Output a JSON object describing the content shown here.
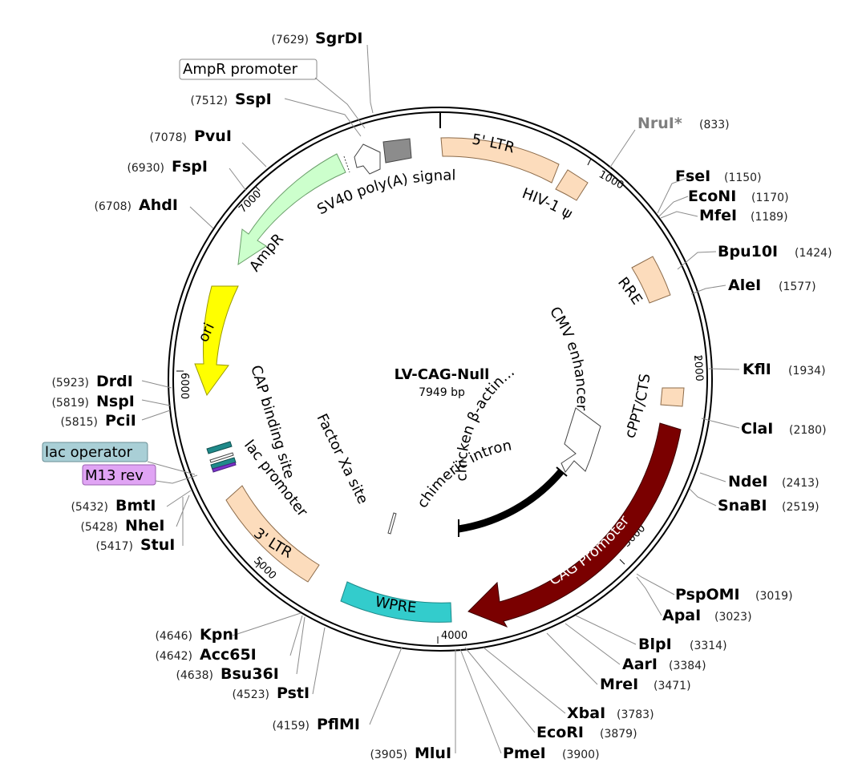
{
  "title": "LV-CAG-Null",
  "size_label": "7949 bp",
  "ticks": [
    {
      "label": "1000",
      "pos": 1000
    },
    {
      "label": "2000",
      "pos": 2000
    },
    {
      "label": "3000",
      "pos": 3000
    },
    {
      "label": "4000",
      "pos": 4000
    },
    {
      "label": "5000",
      "pos": 5000
    },
    {
      "label": "6000",
      "pos": 6000
    },
    {
      "label": "7000",
      "pos": 7000
    }
  ],
  "features_outer": [
    {
      "label": "5' LTR",
      "type": "box",
      "color": "#fcdcbc"
    },
    {
      "label": "",
      "type": "box",
      "color": "#fcdcbc"
    },
    {
      "label": "",
      "type": "box",
      "color": "#fcdcbc"
    },
    {
      "label": "",
      "type": "box",
      "color": "#fcdcbc"
    },
    {
      "label": "CAG Promoter",
      "type": "arrow",
      "color": "#7a0000"
    },
    {
      "label": "WPRE",
      "type": "box",
      "color": "#33cccc"
    },
    {
      "label": "3' LTR",
      "type": "box",
      "color": "#fcdcbc"
    },
    {
      "label": "",
      "type": "box",
      "color": "#1f8a8a"
    },
    {
      "label": "",
      "type": "box",
      "color": "#7a33cc"
    },
    {
      "label": "ori",
      "type": "arrow",
      "color": "#ffff00"
    },
    {
      "label": "AmpR",
      "type": "arrow",
      "color": "#ccffcc"
    },
    {
      "label": "",
      "type": "arrow",
      "color": "#ffffff"
    },
    {
      "label": "",
      "type": "box",
      "color": "#8c8c8c"
    }
  ],
  "features_inner": [
    {
      "label": "chimeric intron",
      "color": "#000000"
    },
    {
      "label": "",
      "color": "#ffffff"
    }
  ],
  "feature_texts": {
    "hiv": "HIV-1 ψ",
    "rre": "RRE",
    "cppt": "cPPT/CTS",
    "ampr": "AmpR",
    "sv40": "SV40 poly(A) signal",
    "cap": "CAP binding site",
    "lacprom": "lac promoter",
    "factorxa": "Factor Xa site",
    "cmv": "CMV enhancer",
    "chicken": "chicken β-actin...",
    "chimeric": "chimeric intron"
  },
  "boxed_labels": [
    {
      "label": "AmpR promoter",
      "bg": "#ffffff",
      "border": "#888888"
    },
    {
      "label": "lac operator",
      "bg": "#a9cfd6",
      "border": "#6a8f96"
    },
    {
      "label": "M13 rev",
      "bg": "#e0a4f4",
      "border": "#9a5fb0"
    }
  ],
  "sites": [
    {
      "name": "SgrDI",
      "pos": "(7629)",
      "side": "left"
    },
    {
      "name": "SspI",
      "pos": "(7512)",
      "side": "left"
    },
    {
      "name": "PvuI",
      "pos": "(7078)",
      "side": "left"
    },
    {
      "name": "FspI",
      "pos": "(6930)",
      "side": "left"
    },
    {
      "name": "AhdI",
      "pos": "(6708)",
      "side": "left"
    },
    {
      "name": "DrdI",
      "pos": "(5923)",
      "side": "left"
    },
    {
      "name": "NspI",
      "pos": "(5819)",
      "side": "left"
    },
    {
      "name": "PciI",
      "pos": "(5815)",
      "side": "left"
    },
    {
      "name": "BmtI",
      "pos": "(5432)",
      "side": "left"
    },
    {
      "name": "NheI",
      "pos": "(5428)",
      "side": "left"
    },
    {
      "name": "StuI",
      "pos": "(5417)",
      "side": "left"
    },
    {
      "name": "KpnI",
      "pos": "(4646)",
      "side": "left"
    },
    {
      "name": "Acc65I",
      "pos": "(4642)",
      "side": "left"
    },
    {
      "name": "Bsu36I",
      "pos": "(4638)",
      "side": "left"
    },
    {
      "name": "PstI",
      "pos": "(4523)",
      "side": "left"
    },
    {
      "name": "PflMI",
      "pos": "(4159)",
      "side": "left"
    },
    {
      "name": "MluI",
      "pos": "(3905)",
      "side": "left"
    },
    {
      "name": "NruI*",
      "pos": "(833)",
      "side": "right"
    },
    {
      "name": "FseI",
      "pos": "(1150)",
      "side": "right"
    },
    {
      "name": "EcoNI",
      "pos": "(1170)",
      "side": "right"
    },
    {
      "name": "MfeI",
      "pos": "(1189)",
      "side": "right"
    },
    {
      "name": "Bpu10I",
      "pos": "(1424)",
      "side": "right"
    },
    {
      "name": "AleI",
      "pos": "(1577)",
      "side": "right"
    },
    {
      "name": "KflI",
      "pos": "(1934)",
      "side": "right"
    },
    {
      "name": "ClaI",
      "pos": "(2180)",
      "side": "right"
    },
    {
      "name": "NdeI",
      "pos": "(2413)",
      "side": "right"
    },
    {
      "name": "SnaBI",
      "pos": "(2519)",
      "side": "right"
    },
    {
      "name": "PspOMI",
      "pos": "(3019)",
      "side": "right"
    },
    {
      "name": "ApaI",
      "pos": "(3023)",
      "side": "right"
    },
    {
      "name": "BlpI",
      "pos": "(3314)",
      "side": "right"
    },
    {
      "name": "AarI",
      "pos": "(3384)",
      "side": "right"
    },
    {
      "name": "MreI",
      "pos": "(3471)",
      "side": "right"
    },
    {
      "name": "XbaI",
      "pos": "(3783)",
      "side": "right"
    },
    {
      "name": "EcoRI",
      "pos": "(3879)",
      "side": "right"
    },
    {
      "name": "PmeI",
      "pos": "(3900)",
      "side": "right"
    }
  ],
  "colors": {
    "nru_gray": "#808080",
    "backbone": "#000000"
  }
}
